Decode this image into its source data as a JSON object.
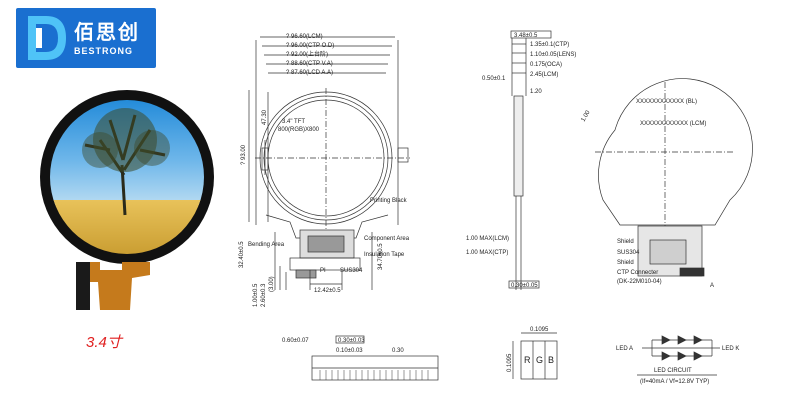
{
  "logo": {
    "brand": "佰思创",
    "sub": "BESTRONG",
    "accent": "#1a6fd0"
  },
  "product": {
    "size_caption": "3.4寸",
    "caption_color": "#e02020"
  },
  "front_view": {
    "dim_top": [
      "? 96.60(LCM)",
      "? 96.00(CTP O.D)",
      "? 92.00(上台阶)",
      "? 88.60(CTP V.A)",
      "? 87.60(LCD A.A)"
    ],
    "panel_label": [
      "3.4\" TFT",
      "800(RGB)X800"
    ],
    "dim_height": "47.30",
    "dim_side": "? 93.00",
    "printing": "Printing Black",
    "component": "Component Area",
    "bending": "Bending Area",
    "insulation": "Insulation Tape",
    "left_dims": [
      "32.40±0.5",
      "1.00±0.5",
      "2.60±0.3",
      "(3.00)"
    ],
    "right_dim": "34.70±0.5",
    "pi": "PI",
    "sus": "SUS304",
    "fpc_width": "12.42±0.5"
  },
  "side_view": {
    "top_box": "3.48±0.5",
    "dims": [
      "1.35±0.1(CTP)",
      "1.10±0.05(LENS)",
      "0.175(OCA)",
      "2.45(LCM)"
    ],
    "left_dim": "0.50±0.1",
    "mid_dim": "1.20",
    "max_lcm": "1.00 MAX(LCM)",
    "max_ctp": "1.00 MAX(CTP)",
    "bottom_box": "0.30±0.05"
  },
  "back_view": {
    "bl": "XXXXXXXXXXXX (BL)",
    "lcm": "XXXXXXXXXXXX (LCM)",
    "angle": "1.00",
    "shield1": "Shield",
    "sus": "SUS304",
    "shield2": "Shield",
    "ctp_conn": "CTP Connecter",
    "ctp_part": "(DK-22M010-04)",
    "marker": "A"
  },
  "connector": {
    "pitch": "0.60±0.07",
    "box": "0.30±0.03",
    "sub": "0.10±0.03",
    "right": "0.30"
  },
  "pixel": {
    "width": "0.1095",
    "height": "0.1095",
    "r": "R",
    "g": "G",
    "b": "B"
  },
  "led": {
    "a": "LED A",
    "k": "LED K",
    "title": "LED CIRCUIT",
    "spec": "(If=40mA / Vf=12.8V TYP)"
  }
}
